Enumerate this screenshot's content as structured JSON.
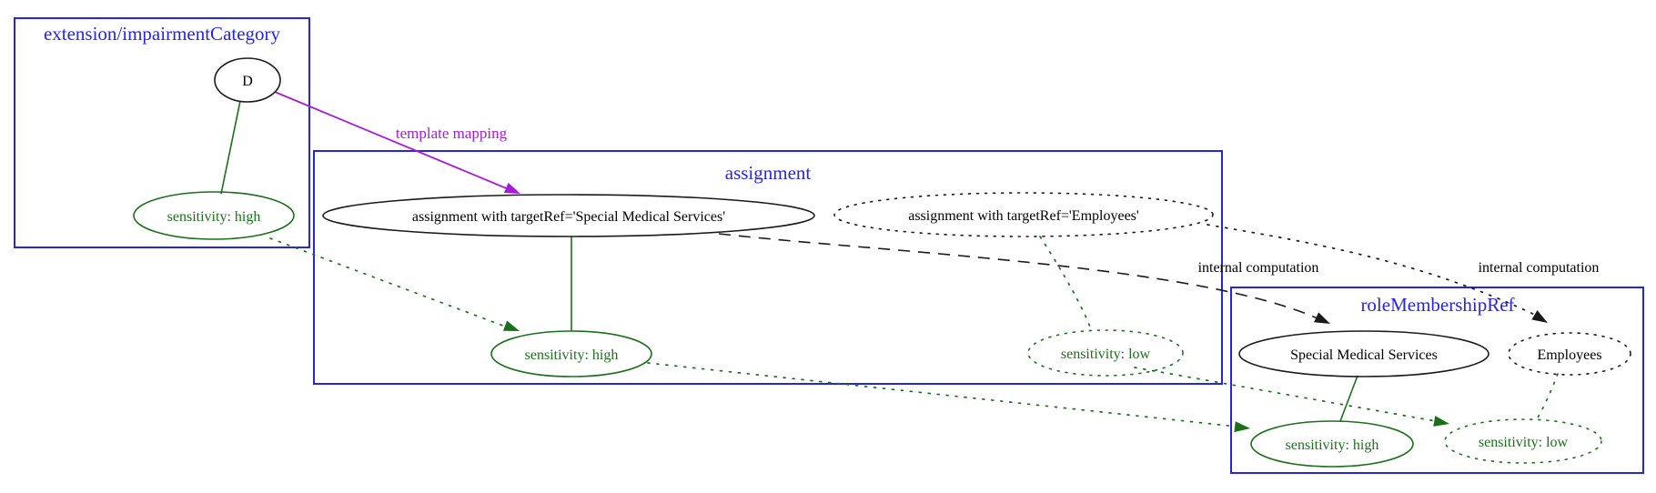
{
  "diagram": {
    "clusters": [
      {
        "label": "extension/impairmentCategory"
      },
      {
        "label": "assignment"
      },
      {
        "label": "roleMembershipRef"
      }
    ],
    "nodes": {
      "d": "D",
      "c1_sens_high": "sensitivity: high",
      "a1": "assignment with targetRef='Special Medical Services'",
      "a2": "assignment with targetRef='Employees'",
      "c2_sens_high": "sensitivity: high",
      "c2_sens_low": "sensitivity: low",
      "r1": "Special Medical Services",
      "r2": "Employees",
      "r3_sens_high": "sensitivity: high",
      "r4_sens_low": "sensitivity: low"
    },
    "edge_labels": {
      "template_mapping": "template mapping",
      "internal_computation_1": "internal computation",
      "internal_computation_2": "internal computation"
    },
    "colors": {
      "cluster_blue": "#2525e8",
      "green": "#1a701a",
      "purple": "#a81ad8",
      "black": "#1a1a1a",
      "background": "#ffffff"
    }
  }
}
